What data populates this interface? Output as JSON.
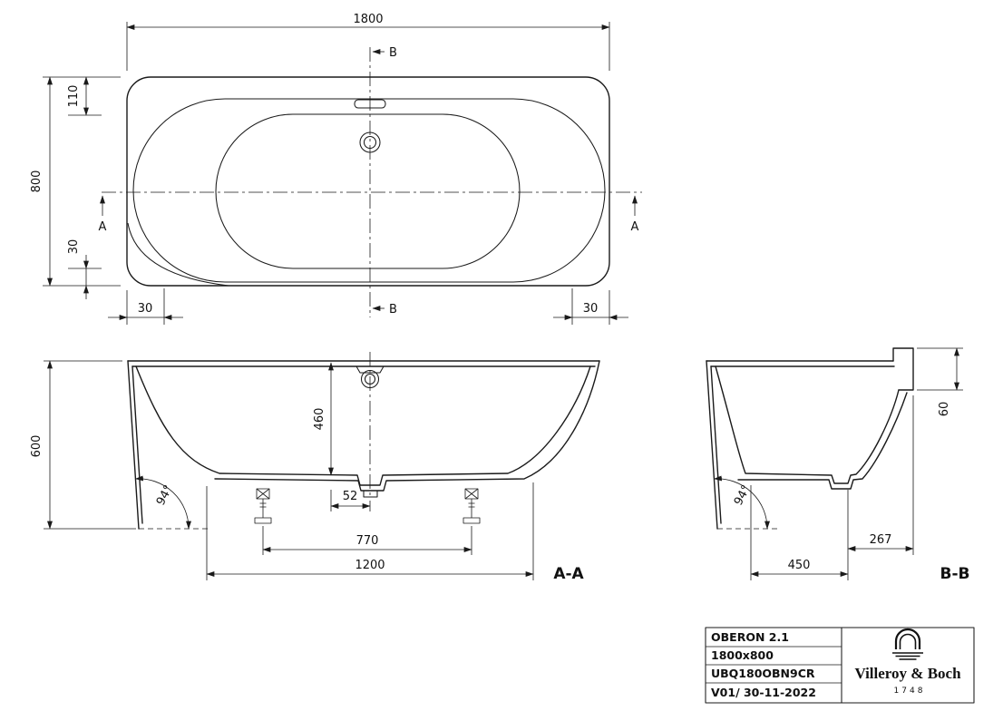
{
  "top_view": {
    "dims": {
      "overall_length": "1800",
      "overall_width": "800",
      "rim_inset": "110",
      "side_inset": "30",
      "bottom_left_offset": "30",
      "bottom_right_offset": "30"
    },
    "section_markers": {
      "a": "A",
      "b": "B"
    }
  },
  "section_aa": {
    "label": "A-A",
    "dims": {
      "overall_height": "600",
      "inner_depth": "460",
      "drain_offset": "52",
      "feet_spacing": "770",
      "support_length": "1200",
      "wall_angle": "94°"
    }
  },
  "section_bb": {
    "label": "B-B",
    "dims": {
      "rim_edge_height": "60",
      "wall_angle": "94°",
      "edge_to_center": "267",
      "base_width": "450"
    }
  },
  "title_block": {
    "model": "OBERON 2.1",
    "size": "1800x800",
    "article_number": "UBQ180OBN9CR",
    "version": "V01/ 30-11-2022",
    "brand_name": "Villeroy & Boch",
    "brand_year": "1748"
  }
}
